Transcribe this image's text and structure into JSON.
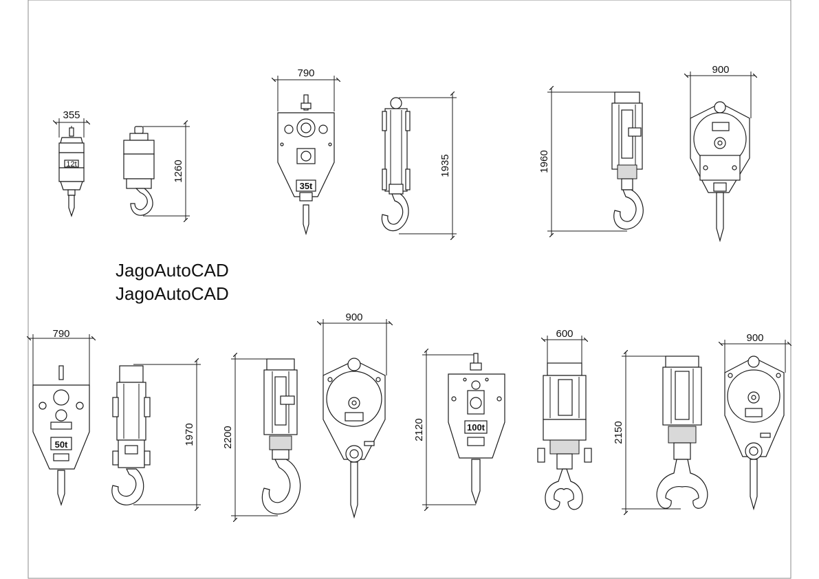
{
  "watermark": [
    "JagoAutoCAD",
    "JagoAutoCAD"
  ],
  "dimensions": {
    "d355": "355",
    "d1260": "1260",
    "d790a": "790",
    "d1935": "1935",
    "d1960": "1960",
    "d900a": "900",
    "d790b": "790",
    "d1970": "1970",
    "d2200": "2200",
    "d900b": "900",
    "d2120": "2120",
    "d600": "600",
    "d2150": "2150",
    "d900c": "900"
  },
  "capacity_labels": {
    "t12": "12t",
    "t35": "35t",
    "t50": "50t",
    "t100": "100t"
  }
}
